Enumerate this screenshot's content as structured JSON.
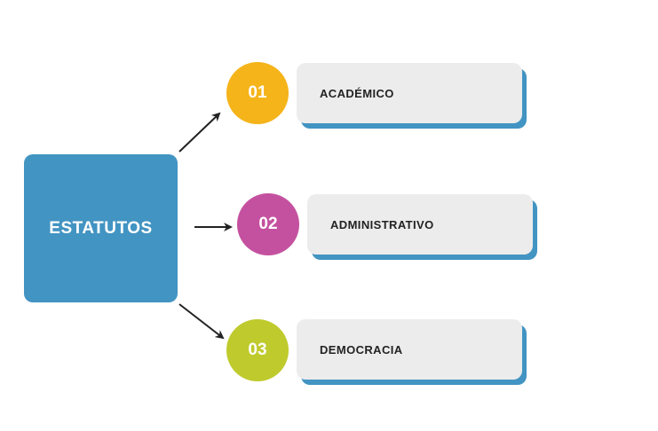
{
  "root": {
    "label": "ESTATUTOS",
    "color": "#4294c2"
  },
  "items": [
    {
      "number": "01",
      "label": "ACADÉMICO",
      "circle_color": "#f4b41a"
    },
    {
      "number": "02",
      "label": "ADMINISTRATIVO",
      "circle_color": "#c4519f"
    },
    {
      "number": "03",
      "label": "DEMOCRACIA",
      "circle_color": "#bfca2d"
    }
  ],
  "colors": {
    "card_background": "#ececec",
    "card_shadow": "#4294c2",
    "label_text": "#222222",
    "arrow": "#222222"
  }
}
